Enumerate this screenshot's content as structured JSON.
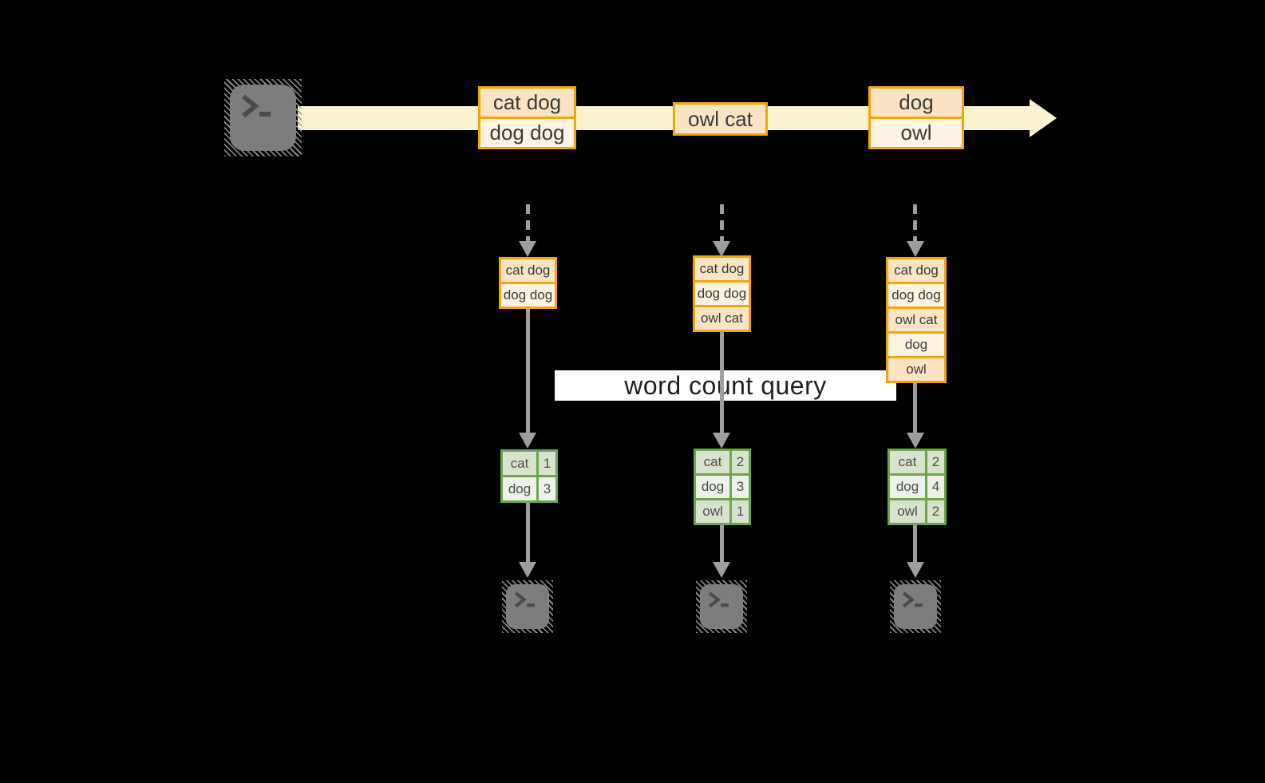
{
  "query_label": "word count query",
  "stream": {
    "events": [
      {
        "rows": [
          "cat dog",
          "dog dog"
        ]
      },
      {
        "rows": [
          "owl cat"
        ]
      },
      {
        "rows": [
          "dog",
          "owl"
        ]
      }
    ]
  },
  "pipelines": [
    {
      "state_rows": [
        "cat dog",
        "dog dog"
      ],
      "counts": [
        {
          "word": "cat",
          "count": "1"
        },
        {
          "word": "dog",
          "count": "3"
        }
      ]
    },
    {
      "state_rows": [
        "cat dog",
        "dog dog",
        "owl cat"
      ],
      "counts": [
        {
          "word": "cat",
          "count": "2"
        },
        {
          "word": "dog",
          "count": "3"
        },
        {
          "word": "owl",
          "count": "1"
        }
      ]
    },
    {
      "state_rows": [
        "cat dog",
        "dog dog",
        "owl cat",
        "dog",
        "owl"
      ],
      "counts": [
        {
          "word": "cat",
          "count": "2"
        },
        {
          "word": "dog",
          "count": "4"
        },
        {
          "word": "owl",
          "count": "2"
        }
      ]
    }
  ],
  "icons": {
    "source": "terminal-icon",
    "sink": "terminal-icon",
    "prompt_glyph": ">_"
  },
  "colors": {
    "background": "#000000",
    "stream_band": "#fbf2d0",
    "box_border": "#f2a60e",
    "box_fill_peach": "#fbe3c6",
    "box_fill_cream": "#fdf3e3",
    "table_border": "#6ea64f",
    "table_fill_dark": "#d7e3cc",
    "table_fill_light": "#edf2e8",
    "arrow_gray": "#9e9e9e",
    "terminal_gray": "#7d7d7d",
    "query_band_bg": "#ffffff",
    "text_dark": "#3a3a3a"
  }
}
